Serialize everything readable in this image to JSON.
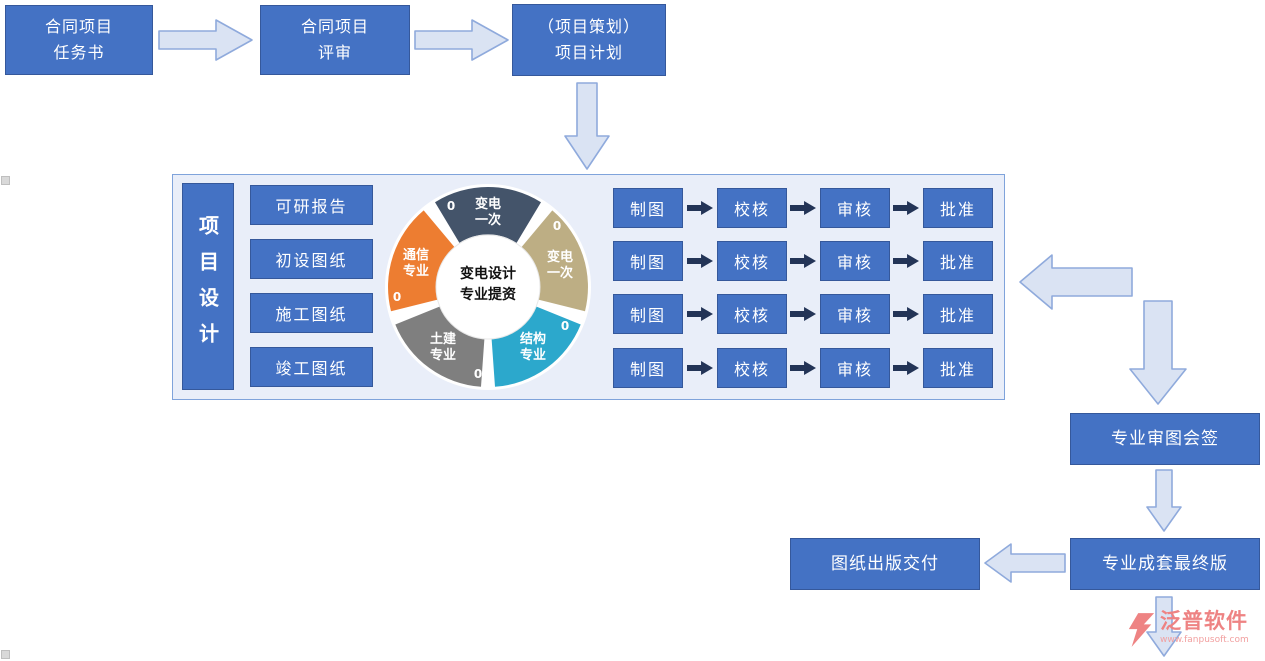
{
  "colors": {
    "node_blue": "#4472C4",
    "node_border": "#35589b",
    "arrow_fill": "#dae3f3",
    "arrow_border": "#8faadc",
    "panel_fill": "#e9eef9",
    "panel_border": "#7fa3db",
    "mini_arrow": "#233457",
    "watermark_pink": "#ee8383"
  },
  "top_flow": {
    "task_book": "合同项目\n任务书",
    "review": "合同项目\n评审",
    "plan": "（项目策划）\n项目计划"
  },
  "panel": {
    "title": "项目设计",
    "documents": [
      "可研报告",
      "初设图纸",
      "施工图纸",
      "竣工图纸"
    ],
    "process_steps": [
      "制图",
      "校核",
      "审核",
      "批准"
    ]
  },
  "chart_data": {
    "type": "pie",
    "title": "变电设计专业提资",
    "center_label": "变电设计\n专业提资",
    "legend_position": "none",
    "segments": [
      {
        "label": "变电一次",
        "value": 0,
        "color": "#44546A",
        "position": "top"
      },
      {
        "label": "变电一次",
        "value": 0,
        "color": "#BDAE84",
        "position": "right"
      },
      {
        "label": "结构专业",
        "value": 0,
        "color": "#2CA8CC",
        "position": "bottom-right"
      },
      {
        "label": "土建专业",
        "value": 0,
        "color": "#7F7F7F",
        "position": "bottom-left"
      },
      {
        "label": "通信专业",
        "value": 0,
        "color": "#ED7D31",
        "position": "left"
      }
    ]
  },
  "right_flow": {
    "joint_review": "专业审图会签",
    "final_set": "专业成套最终版",
    "delivery": "图纸出版交付"
  },
  "watermark": {
    "name": "泛普软件",
    "url": "www.fanpusoft.com"
  }
}
